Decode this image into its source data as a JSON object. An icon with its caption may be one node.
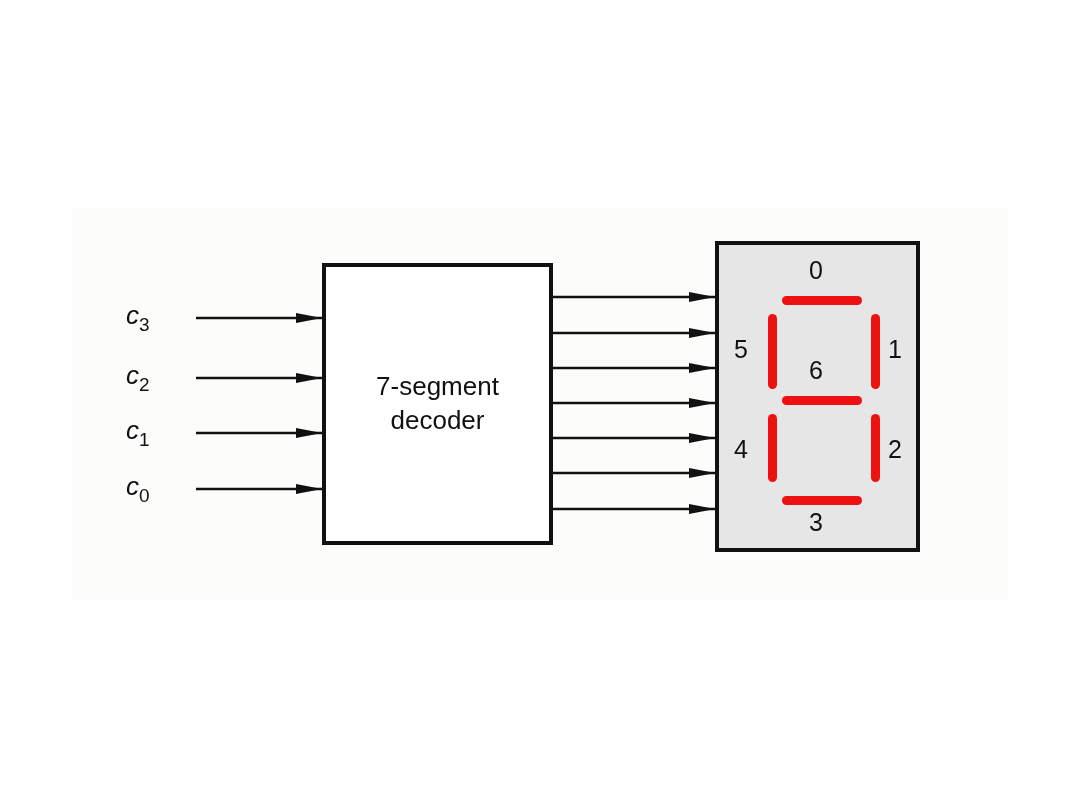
{
  "diagram": {
    "nodes": [
      {
        "text": [
          "*c*$_{3}$"
        ]
      },
      {
        "text": [
          "*c*$_{2}$"
        ]
      },
      {
        "text": [
          "*c*$_{1}$"
        ]
      },
      {
        "text": [
          "*c*$_{0}$"
        ]
      },
      {
        "text": [
          "7-segment decoder"
        ]
      },
      {
        "text": [],
        "shape": "box"
      },
      {
        "text": [],
        "shape": "bar",
        "in": 5,
        "beside": [
          "0"
        ]
      },
      {
        "text": [],
        "shape": "bar",
        "in": 5,
        "beside": [
          "5"
        ]
      },
      {
        "text": [],
        "shape": "bar",
        "in": 5,
        "beside": [
          "1"
        ]
      },
      {
        "text": [],
        "shape": "bar",
        "in": 5,
        "beside": [
          "6"
        ]
      },
      {
        "text": [],
        "shape": "bar",
        "in": 5,
        "beside": [
          "4"
        ]
      },
      {
        "text": [],
        "shape": "bar",
        "in": 5,
        "beside": [
          "2"
        ]
      },
      {
        "text": [],
        "shape": "bar",
        "in": 5,
        "beside": [
          "3"
        ]
      }
    ],
    "edges": [
      {
        "from": 0,
        "to": 4,
        "arrow": "to"
      },
      {
        "from": 1,
        "to": 4,
        "arrow": "to"
      },
      {
        "from": 2,
        "to": 4,
        "arrow": "to"
      },
      {
        "from": 3,
        "to": 4,
        "arrow": "to"
      },
      {
        "from": 4,
        "to": 5,
        "arrow": "to"
      },
      {
        "from": 4,
        "to": 5,
        "arrow": "to"
      },
      {
        "from": 4,
        "to": 5,
        "arrow": "to"
      },
      {
        "from": 4,
        "to": 5,
        "arrow": "to"
      },
      {
        "from": 4,
        "to": 5,
        "arrow": "to"
      },
      {
        "from": 4,
        "to": 5,
        "arrow": "to"
      },
      {
        "from": 4,
        "to": 5,
        "arrow": "to"
      }
    ]
  }
}
